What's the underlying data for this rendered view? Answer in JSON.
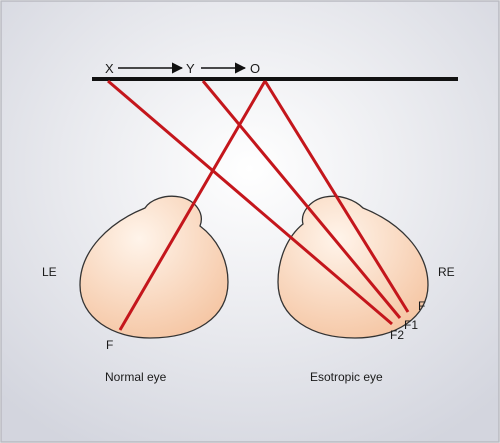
{
  "colors": {
    "background_center": "#ffffff",
    "background_edge": "#d3d5de",
    "frame": "#b9bac1",
    "ray": "#c4161c",
    "line": "#111111",
    "eye_fill_light": "#fff4ea",
    "eye_fill_dark": "#f5c6a4",
    "eye_stroke": "#333333"
  },
  "fixation_points": {
    "x": "X",
    "y": "Y",
    "o": "O"
  },
  "eyes": {
    "left": {
      "side_label": "LE",
      "fovea_label": "F",
      "caption": "Normal eye"
    },
    "right": {
      "side_label": "RE",
      "fovea_labels": [
        "F",
        "F1",
        "F2"
      ],
      "caption": "Esotropic eye"
    }
  }
}
